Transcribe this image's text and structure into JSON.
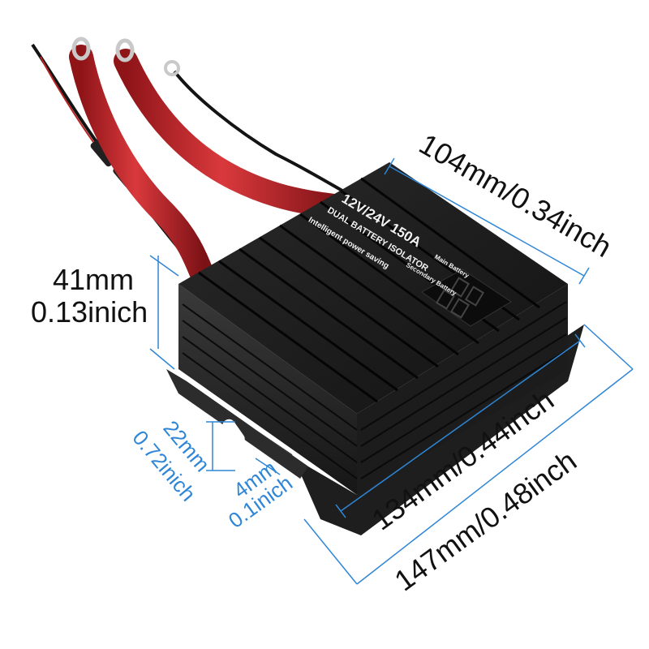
{
  "product": {
    "rating": "12V/24V 150A",
    "name": "DUAL BATTERY ISOLATOR",
    "tagline": "Intelligent power saving",
    "display_label_main": "Main Battery",
    "display_label_secondary": "Secondary Battery",
    "body_color": "#1a1a1a",
    "cable_color": "#c0262b"
  },
  "dimensions": {
    "width_mm": "104mm/0.34inch",
    "height_mm": "41mm",
    "height_in": "0.13inich",
    "length_body": "134mm/0.44inch",
    "length_total": "147mm/0.48inch",
    "slot_length_mm": "22mm",
    "slot_length_in": "0.72inich",
    "slot_width_mm": "4mm",
    "slot_width_in": "0.1inich",
    "line_color": "#2f86d6"
  }
}
